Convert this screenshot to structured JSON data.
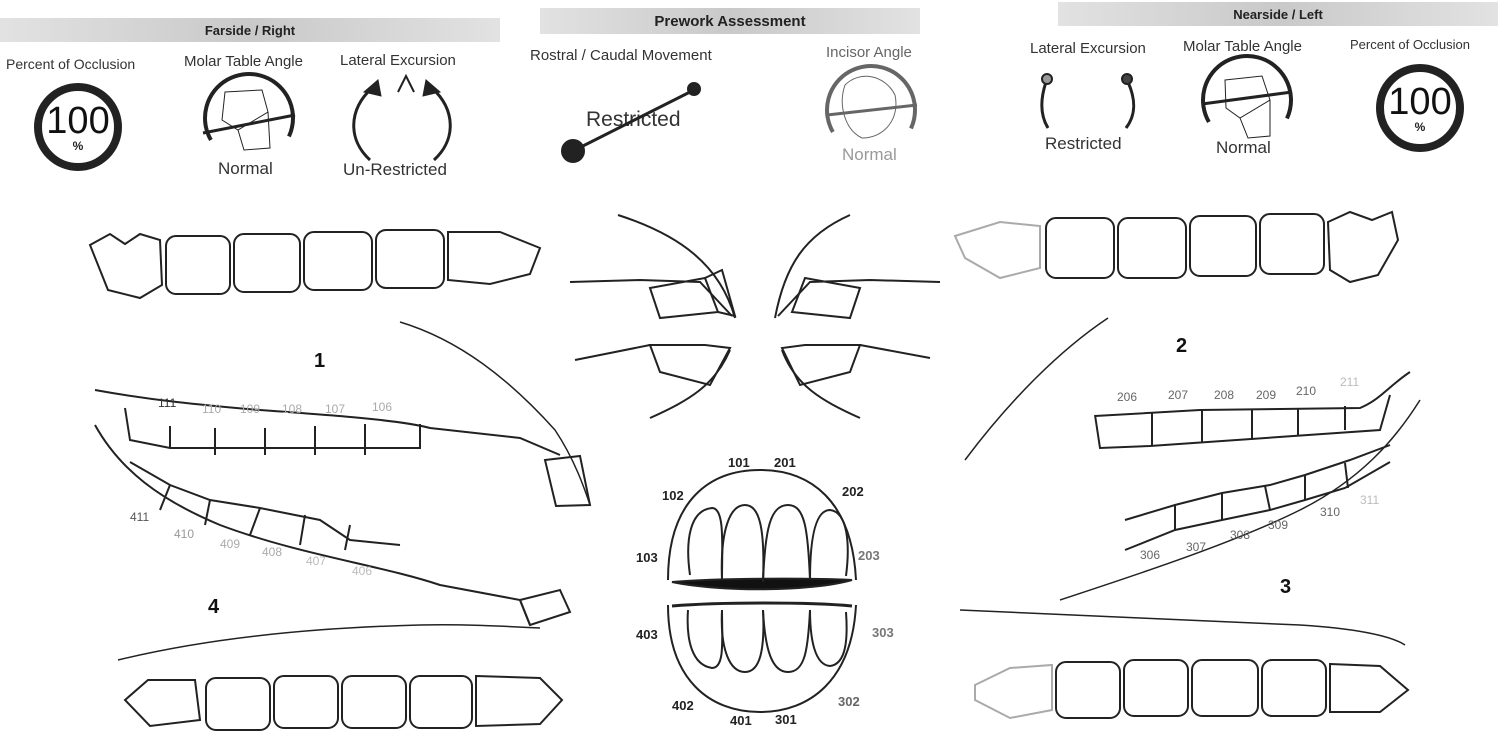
{
  "header": {
    "farside": "Farside / Right",
    "center": "Prework Assessment",
    "nearside": "Nearside / Left"
  },
  "farside": {
    "occlusion_label": "Percent of Occlusion",
    "occlusion_value": "100",
    "occlusion_unit": "%",
    "molar_label": "Molar Table Angle",
    "molar_status": "Normal",
    "excursion_label": "Lateral Excursion",
    "excursion_status": "Un-Restricted"
  },
  "center": {
    "rostral_label": "Rostral / Caudal Movement",
    "rostral_status": "Restricted",
    "incisor_label": "Incisor Angle",
    "incisor_status": "Normal"
  },
  "nearside": {
    "excursion_label": "Lateral Excursion",
    "excursion_status": "Restricted",
    "molar_label": "Molar Table Angle",
    "molar_status": "Normal",
    "occlusion_label": "Percent of Occlusion",
    "occlusion_value": "100",
    "occlusion_unit": "%"
  },
  "quadrants": {
    "q1": "1",
    "q2": "2",
    "q3": "3",
    "q4": "4"
  },
  "tooth_numbers": {
    "q1": [
      "111",
      "110",
      "109",
      "108",
      "107",
      "106"
    ],
    "q2": [
      "206",
      "207",
      "208",
      "209",
      "210",
      "211"
    ],
    "q3": [
      "306",
      "307",
      "308",
      "309",
      "310",
      "311"
    ],
    "q4": [
      "411",
      "410",
      "409",
      "408",
      "407",
      "406"
    ],
    "incisors_upper": [
      "101",
      "201",
      "102",
      "202",
      "103",
      "203"
    ],
    "incisors_lower": [
      "403",
      "303",
      "402",
      "401",
      "301",
      "302"
    ]
  },
  "colors": {
    "header": "#cfcfcf",
    "ink": "#222222",
    "faint": "#777777"
  }
}
